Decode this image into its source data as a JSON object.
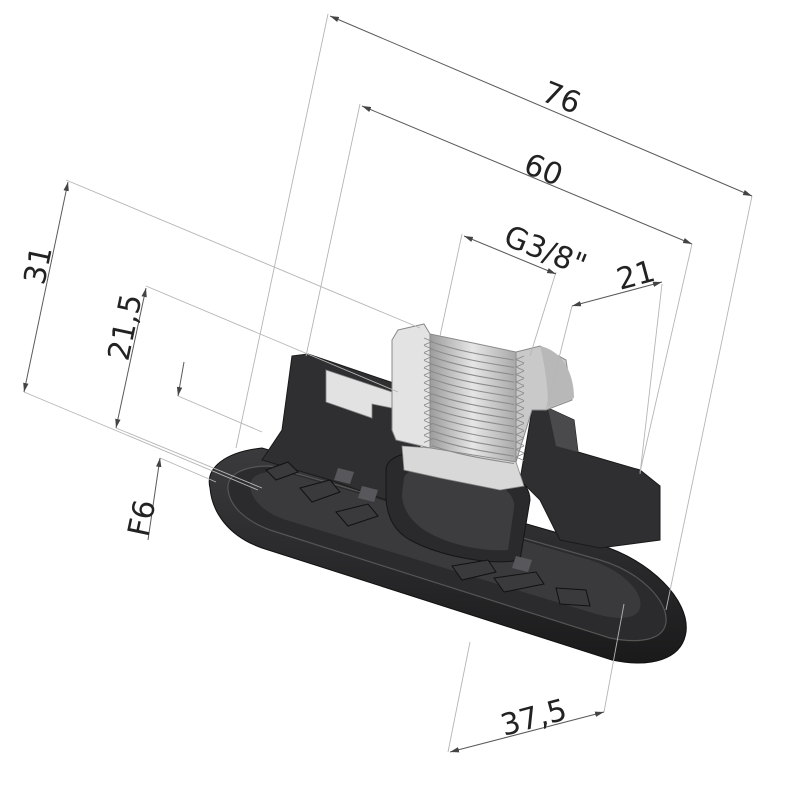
{
  "dimensions": {
    "overall_length": "76",
    "inner_length": "60",
    "thread": "G3/8\"",
    "boss_width": "21",
    "overall_height": "31",
    "boss_height": "21,5",
    "support_type": "F6",
    "width": "37,5"
  },
  "colors": {
    "rubber": "#2f2f31",
    "rubber_dark": "#1b1b1c",
    "rubber_light": "#4a4a4d",
    "metal": "#cfcfcf",
    "metal_dark": "#9a9a9a",
    "metal_light": "#ececec",
    "dimension_line": "#5a5a5a",
    "extension_line": "#b5b5b5"
  }
}
